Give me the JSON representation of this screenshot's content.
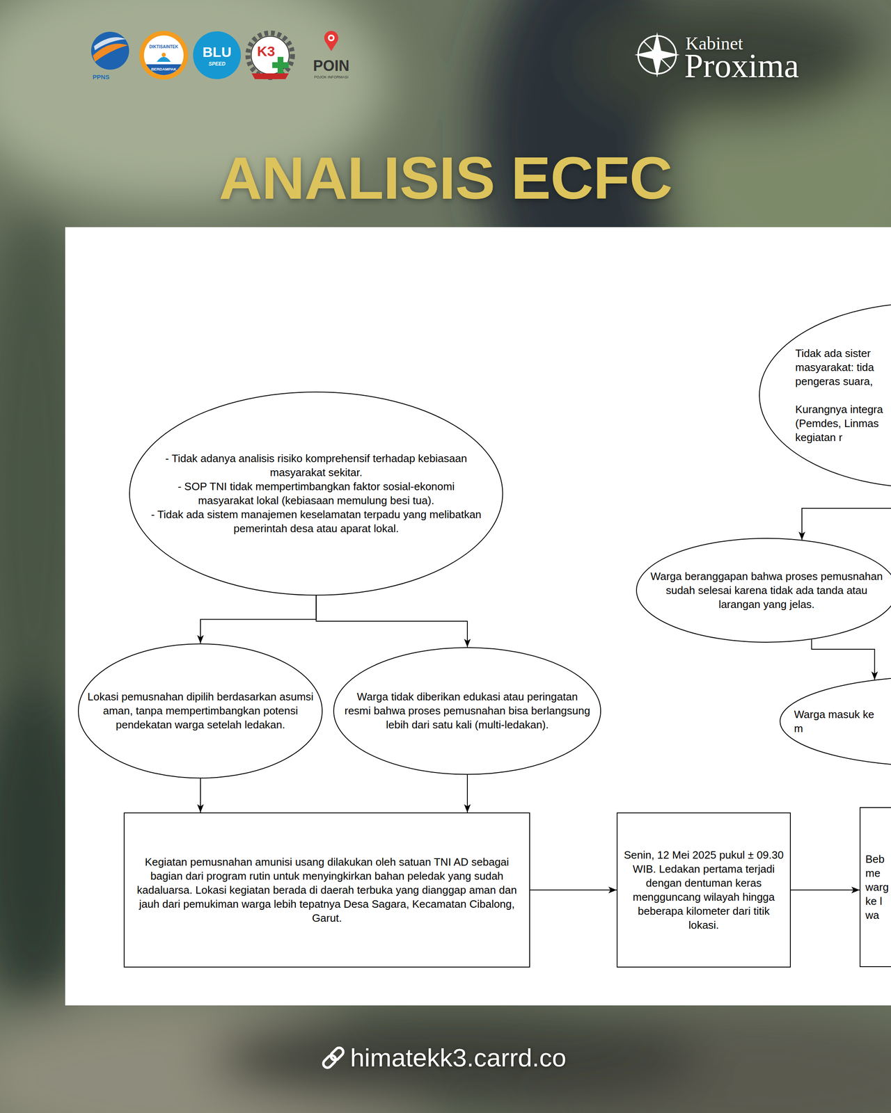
{
  "diagram": {
    "title": "ANALISIS ECFC",
    "nodes": [
      {
        "text": [
          "- Tidak adanya analisis risiko komprehensif terhadap kebiasaan masyarakat sekitar.",
          "- SOP TNI tidak mempertimbangkan faktor sosial-ekonomi masyarakat lokal (kebiasaan memulung besi tua).",
          "- Tidak ada sistem manajemen keselamatan terpadu yang melibatkan pemerintah desa atau aparat lokal."
        ]
      },
      {
        "text": [
          "Lokasi pemusnahan dipilih berdasarkan asumsi aman, tanpa mempertimbangkan potensi pendekatan warga setelah ledakan."
        ]
      },
      {
        "text": [
          "Warga tidak diberikan edukasi atau peringatan resmi bahwa proses pemusnahan bisa berlangsung lebih dari satu kali (multi-ledakan)."
        ]
      },
      {
        "text": [
          "Kegiatan pemusnahan amunisi usang dilakukan oleh satuan TNI AD sebagai bagian dari program rutin untuk menyingkirkan bahan peledak yang sudah kadaluarsa. Lokasi kegiatan berada di daerah terbuka yang dianggap aman dan jauh dari pemukiman warga lebih tepatnya Desa Sagara, Kecamatan Cibalong, Garut."
        ]
      },
      {
        "text": [
          "Senin, 12 Mei 2025 pukul ± 09.30 WIB. Ledakan pertama terjadi dengan dentuman keras mengguncang wilayah hingga beberapa kilometer dari titik lokasi."
        ]
      },
      {
        "text": [
          "Beb me warg ke l wa"
        ]
      },
      {
        "text": [
          "Tidak ada sister masyarakat: tida pengeras suara,",
          "Kurangnya integra (Pemdes, Linmas kegiatan r"
        ]
      },
      {
        "text": [
          "Warga beranggapan bahwa proses pemusnahan sudah selesai karena tidak ada tanda atau larangan yang jelas."
        ]
      },
      {
        "text": [
          "Warga masuk ke m"
        ]
      }
    ],
    "edges": [
      {
        "from": 0,
        "to": 1,
        "arrow": "to"
      },
      {
        "from": 0,
        "to": 2,
        "arrow": "to"
      },
      {
        "from": 1,
        "to": 3,
        "arrow": "to"
      },
      {
        "from": 2,
        "to": 3,
        "arrow": "to"
      },
      {
        "from": 3,
        "to": 4,
        "arrow": "to"
      },
      {
        "from": 4,
        "to": 5,
        "arrow": "to"
      },
      {
        "from": 6,
        "to": 7,
        "arrow": "to"
      },
      {
        "from": 7,
        "to": 8,
        "arrow": "to"
      }
    ],
    "labels": [
      "PPNS",
      "DIKTISAINTEK",
      "BERDAMPAK",
      "BLU",
      "SPEED",
      "K3",
      "POIN",
      "POJOK INFORMASI",
      "Kabinet",
      "Proxima",
      "himatekk3.carrd.co"
    ]
  }
}
